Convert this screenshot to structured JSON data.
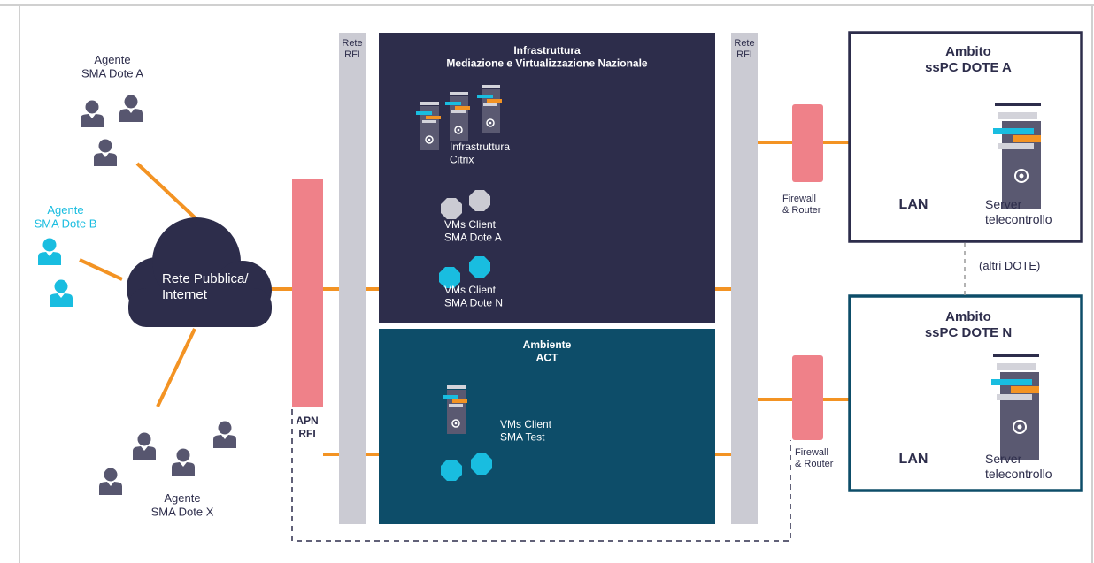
{
  "agents": {
    "a": {
      "label": "Agente\nSMA Dote A"
    },
    "b": {
      "label": "Agente\nSMA Dote B"
    },
    "x": {
      "label": "Agente\nSMA Dote X"
    }
  },
  "cloud": {
    "label": "Rete Pubblica/\nInternet"
  },
  "apn": {
    "label": "APN\nRFI"
  },
  "rete_rfi_left": {
    "label": "Rete\nRFI"
  },
  "rete_rfi_right": {
    "label": "Rete\nRFI"
  },
  "infra": {
    "title": "Infrastruttura\nMediazione e Virtualizzazione Nazionale",
    "citrix_label": "Infrastruttura\nCitrix",
    "vms_a_label": "VMs Client\nSMA Dote A",
    "vms_n_label": "VMs Client\nSMA Dote N"
  },
  "act": {
    "title": "Ambiente\nACT",
    "vms_test_label": "VMs Client\nSMA Test"
  },
  "firewall_top": {
    "label": "Firewall\n& Router"
  },
  "firewall_bottom": {
    "label": "Firewall\n& Router"
  },
  "ambito_a": {
    "title": "Ambito\nssPC DOTE A",
    "lan": "LAN",
    "server": "Server\ntelecontrollo"
  },
  "ambito_n": {
    "title": "Ambito\nssPC DOTE N",
    "lan": "LAN",
    "server": "Server\ntelecontrollo"
  },
  "altri": {
    "label": "(altri DOTE)"
  },
  "colors": {
    "navy": "#2d2d4b",
    "teal": "#0d4d69",
    "orange": "#f39323",
    "pink": "#ef8189",
    "gray_bar": "#cbcbd3",
    "cyan": "#19bde0",
    "person_gray": "#57566f"
  }
}
